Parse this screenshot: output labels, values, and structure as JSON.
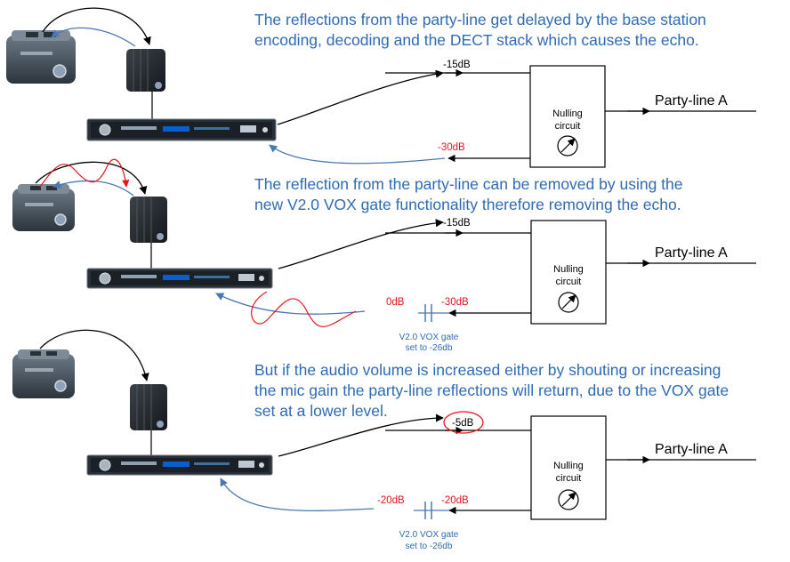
{
  "colors": {
    "caption": "#2f6bb3",
    "level_red": "#e8141c",
    "blue_arrow": "#4a78b5",
    "black": "#000000"
  },
  "panels": [
    {
      "caption": [
        "The reflections from the party-line get delayed by the base station",
        "encoding, decoding and the DECT stack which causes the echo."
      ],
      "level_top": "-15dB",
      "levels_bottom": [
        "-30dB"
      ],
      "nulling_label": [
        "Nulling",
        "circuit"
      ],
      "partyline_label": "Party-line A"
    },
    {
      "caption": [
        "The reflection from the party-line can be removed by using the",
        "new V2.0 VOX gate functionality therefore removing the echo."
      ],
      "level_top": "-15dB",
      "levels_bottom": [
        "0dB",
        "-30dB"
      ],
      "vox_note": [
        "V2.0 VOX gate",
        "set to -26db"
      ],
      "nulling_label": [
        "Nulling",
        "circuit"
      ],
      "partyline_label": "Party-line A"
    },
    {
      "caption": [
        "But if the audio volume is increased either by shouting or increasing",
        "the mic gain the party-line reflections will return, due to the VOX gate",
        "set at a lower level."
      ],
      "level_top": "-5dB",
      "levels_bottom": [
        "-20dB",
        "-20dB"
      ],
      "vox_note": [
        "V2.0 VOX gate",
        "set to -26db"
      ],
      "nulling_label": [
        "Nulling",
        "circuit"
      ],
      "partyline_label": "Party-line A"
    }
  ]
}
